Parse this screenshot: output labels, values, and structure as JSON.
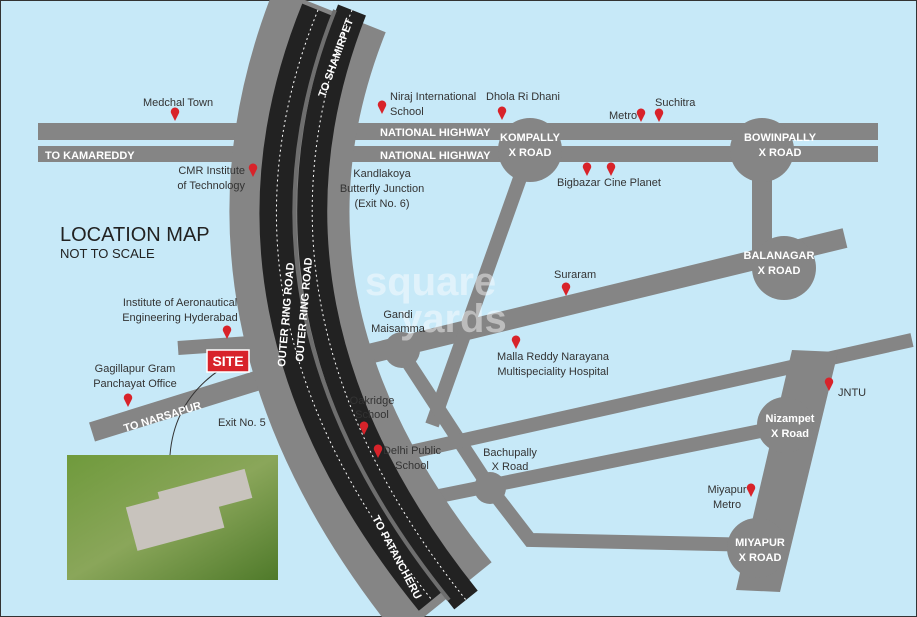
{
  "map": {
    "title": "LOCATION MAP",
    "subtitle": "NOT TO SCALE",
    "watermark": [
      "square",
      "yards"
    ],
    "colors": {
      "background": "#c7e9f8",
      "road": "#858585",
      "orr": "#222222",
      "pin": "#d8232a",
      "site": "#d8232a"
    },
    "site_label": "SITE",
    "roads": {
      "nh1": "NATIONAL HIGHWAY",
      "nh2": "NATIONAL HIGHWAY",
      "to_kamareddy": "TO KAMAREDDY",
      "to_shamirpet": "TO SHAMIRPET",
      "to_patancheru": "TO PATANCHERU",
      "to_narsapur": "TO NARSAPUR",
      "orr1": "OUTER RING ROAD",
      "orr2": "OUTER RING ROAD"
    },
    "junctions": {
      "kompally": [
        "KOMPALLY",
        "X ROAD"
      ],
      "bowinpally": [
        "BOWINPALLY",
        "X ROAD"
      ],
      "balanagar": [
        "BALANAGAR",
        "X ROAD"
      ],
      "miyapur": [
        "MIYAPUR",
        "X ROAD"
      ],
      "nizampet": [
        "Nizampet",
        "X Road"
      ]
    },
    "places": {
      "medchal": "Medchal Town",
      "niraj": [
        "Niraj International",
        "School"
      ],
      "dhola": "Dhola Ri Dhani",
      "metro": "Metro",
      "suchitra": "Suchitra",
      "bigbazar": "Bigbazar",
      "cineplanet": "Cine Planet",
      "cmr": [
        "CMR Institute",
        "of Technology"
      ],
      "kandlakoya": [
        "Kandlakoya",
        "Butterfly Junction",
        "(Exit No. 6)"
      ],
      "suraram": "Suraram",
      "iare": [
        "Institute of Aeronautical",
        "Engineering Hyderabad"
      ],
      "gandi": [
        "Gandi",
        "Maisamma"
      ],
      "mallareddy": [
        "Malla Reddy Narayana",
        "Multispeciality Hospital"
      ],
      "gagillapur": [
        "Gagillapur Gram",
        "Panchayat Office"
      ],
      "exit5": "Exit No. 5",
      "oakridge": [
        "Oakridge",
        "School"
      ],
      "dps": [
        "Delhi Public",
        "School"
      ],
      "bachupally": [
        "Bachupally",
        "X Road"
      ],
      "jntu": "JNTU",
      "miyapurmetro": [
        "Miyapur",
        "Metro"
      ]
    }
  }
}
